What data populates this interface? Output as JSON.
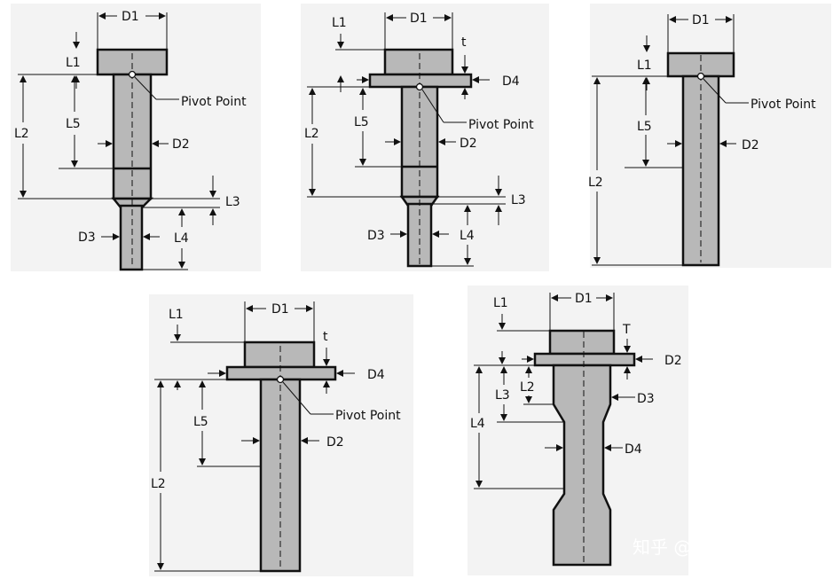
{
  "diagrams": [
    {
      "labels": {
        "D1": "D1",
        "L1": "L1",
        "L2": "L2",
        "L3": "L3",
        "L4": "L4",
        "L5": "L5",
        "D2": "D2",
        "D3": "D3",
        "pivot": "Pivot Point"
      }
    },
    {
      "labels": {
        "D1": "D1",
        "t": "t",
        "L1": "L1",
        "D4": "D4",
        "L2": "L2",
        "L5": "L5",
        "D2": "D2",
        "pivot": "Pivot Point",
        "L3": "L3",
        "D3": "D3",
        "L4": "L4"
      }
    },
    {
      "labels": {
        "D1": "D1",
        "L1": "L1",
        "L2": "L2",
        "L5": "L5",
        "D2": "D2",
        "pivot": "Pivot Point"
      }
    },
    {
      "labels": {
        "D1": "D1",
        "L1": "L1",
        "t": "t",
        "D4": "D4",
        "L5": "L5",
        "D2": "D2",
        "L2": "L2",
        "pivot": "Pivot Point"
      }
    },
    {
      "labels": {
        "D1": "D1",
        "L1": "L1",
        "T": "T",
        "D2": "D2",
        "L2": "L2",
        "L3": "L3",
        "D3": "D3",
        "L4": "L4",
        "D4": "D4"
      }
    }
  ],
  "watermark": "知乎 @上善若水",
  "colors": {
    "part_fill": "#b8b8b8",
    "outline": "#111111",
    "panel_bg": "#f3f3f3"
  }
}
